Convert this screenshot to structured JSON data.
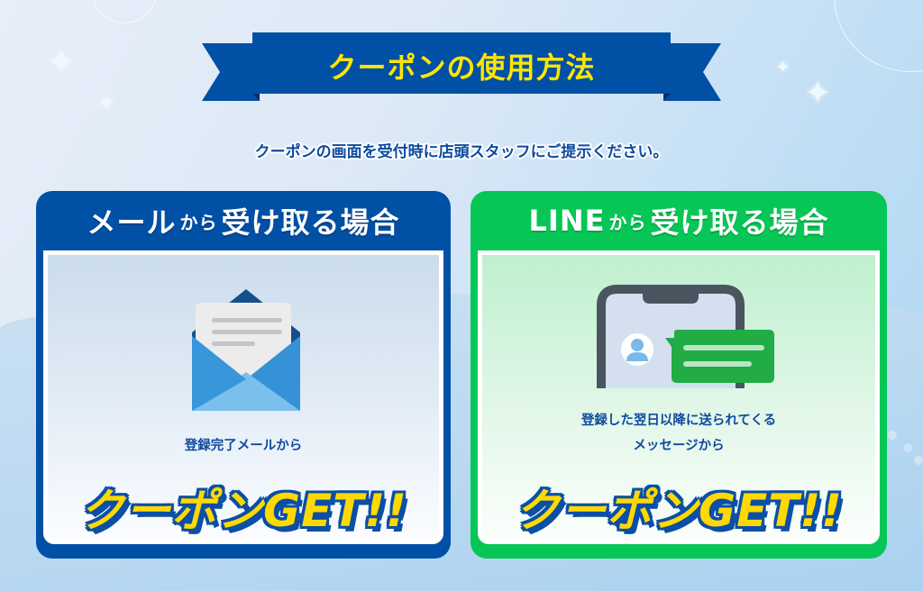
{
  "header": {
    "title": "クーポンの使用方法",
    "subtitle": "クーポンの画面を受付時に店頭スタッフにご提示ください。"
  },
  "cards": [
    {
      "id": "mail",
      "title_main": "メール",
      "title_small": "から",
      "title_rest": "受け取る場合",
      "icon": "envelope-open-icon",
      "description": [
        "登録完了メールから"
      ],
      "cta": "クーポンGET!!",
      "accent": "#0050a5"
    },
    {
      "id": "line",
      "title_main": "LINE",
      "title_small": "から",
      "title_rest": "受け取る場合",
      "icon": "smartphone-message-icon",
      "description": [
        "登録した翌日以降に送られてくる",
        "メッセージから"
      ],
      "cta": "クーポンGET!!",
      "accent": "#06c755"
    }
  ],
  "colors": {
    "ribbon": "#0050a5",
    "ribbon_text": "#ffe600",
    "subtitle": "#0d4aa0",
    "cta_fill": "#ffd900",
    "cta_outline": "#0b4fa6"
  }
}
